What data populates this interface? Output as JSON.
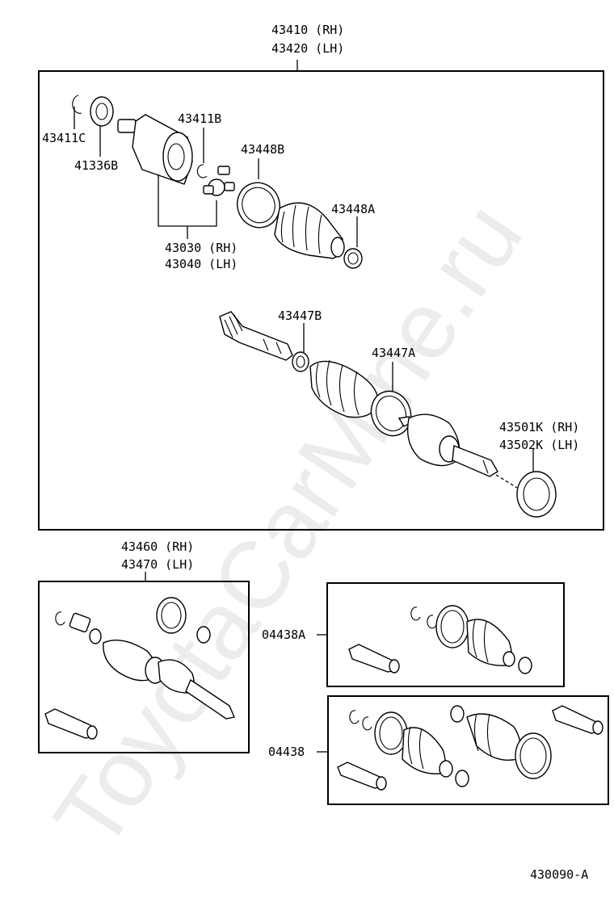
{
  "watermark": "ToyotaCarMine.ru",
  "labels": {
    "assy_rh": "43410 (RH)",
    "assy_lh": "43420 (LH)",
    "snap_ring_c": "43411C",
    "seal_b": "41336B",
    "snap_ring_b": "43411B",
    "tripod_rh": "43030 (RH)",
    "tripod_lh": "43040 (LH)",
    "clamp_448b": "43448B",
    "clamp_448a": "43448A",
    "clamp_447b": "43447B",
    "clamp_447a": "43447A",
    "seal_rh": "43501K (RH)",
    "seal_lh": "43502K (LH)",
    "outer_rh": "43460 (RH)",
    "outer_lh": "43470 (LH)",
    "kit_a": "04438A",
    "kit": "04438",
    "diagram_code": "430090-A"
  }
}
